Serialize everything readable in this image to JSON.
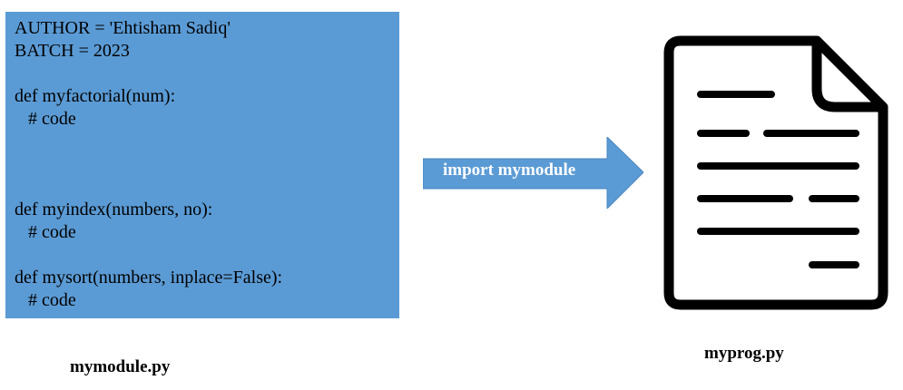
{
  "code_block": {
    "lines": [
      "AUTHOR = 'Ehtisham Sadiq'",
      "BATCH = 2023",
      "",
      "def myfactorial(num):",
      "   # code",
      "",
      "",
      "",
      "def myindex(numbers, no):",
      "   # code",
      "",
      "def mysort(numbers, inplace=False):",
      "   # code"
    ],
    "background_color": "#5b9bd5"
  },
  "module_caption": "mymodule.py",
  "arrow": {
    "label": "import mymodule",
    "color": "#5b9bd5"
  },
  "document_icon": {
    "name": "document-icon"
  },
  "prog_caption": "myprog.py"
}
